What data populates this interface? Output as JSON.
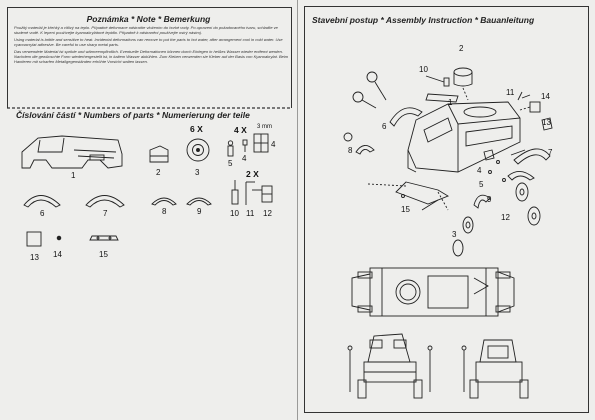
{
  "note": {
    "title": "Poznámka * Note * Bemerkung",
    "paragraphs": [
      "Použitý materiál je křehký a citlivý na teplo. Případné deformace odstraňte vložením do horké vody. Po upravení do požadovaného tvaru, schlaďte ve studené vodě. K lepení používejte kyanoakrylátové lepidlo. Případně k odstranění používejte ostrý nástroj.",
      "Using material is brittle and sensitive to heat. Incidental deformations can remove to put the parts to hot water, after arrangement cool in cold water. Use cyanoacrylat adhesive. Be careful to use sharp metal parts.",
      "Das verwendete Material ist spröde und wärmeempfindlich. Eventuelle Deformationen können durch Einlegen in heißes Wasser wieder entfernt werden. Nachdem die gewünschte Form wiederhergestellt ist, in kaltem Wasser abkühlen. Zum Kleben verwenden sie Kleber auf der Basis von Kyanoakrylat. Beim Hantieren mit scharfen Metallgegenständen erhöhte Vorsicht walten lassen."
    ]
  },
  "parts": {
    "title": "Číslování částí * Numbers of parts * Numerierung der teile",
    "labels": {
      "p1": "1",
      "p2": "2",
      "p3": "3",
      "p3q": "6 X",
      "p4": "4",
      "p4q": "4 X",
      "p4dim": "3 mm",
      "p5": "5",
      "p6": "6",
      "p7": "7",
      "p8": "8",
      "p9": "9",
      "p10": "10",
      "p11": "11",
      "p12": "12",
      "p11q": "2 X",
      "p13": "13",
      "p14": "14",
      "p15": "15"
    }
  },
  "assembly": {
    "title": "Stavební postup * Assembly Instruction * Bauanleitung",
    "labels": {
      "a1": "1",
      "a2": "2",
      "a3": "3",
      "a4": "4",
      "a5": "5",
      "a6": "6",
      "a7": "7",
      "a8": "8",
      "a9": "9",
      "a10": "10",
      "a11": "11",
      "a12": "12",
      "a13": "13",
      "a14": "14",
      "a15": "15"
    }
  }
}
